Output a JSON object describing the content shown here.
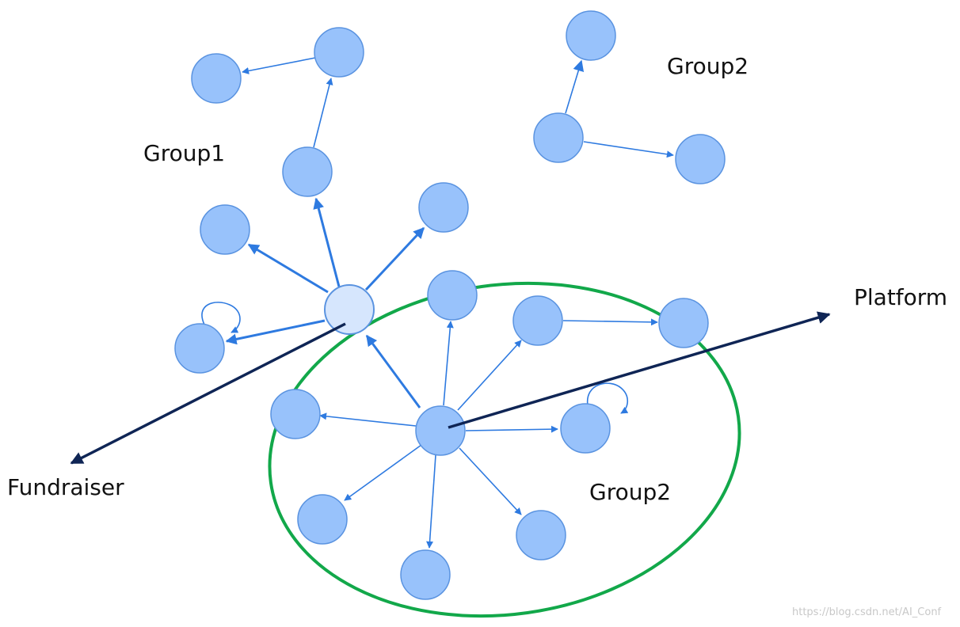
{
  "labels": {
    "group1": "Group1",
    "group2_top": "Group2",
    "group2_bottom": "Group2",
    "platform": "Platform",
    "fundraiser": "Fundraiser"
  },
  "watermark": "https://blog.csdn.net/AI_Conf",
  "colors": {
    "node_fill": "#98c2fb",
    "node_stroke": "#5a93e0",
    "fundraiser_node_fill": "#d6e6fd",
    "edge": "#2e7ae0",
    "role_arrow": "#0f2555",
    "group_ellipse": "#12a84a"
  }
}
